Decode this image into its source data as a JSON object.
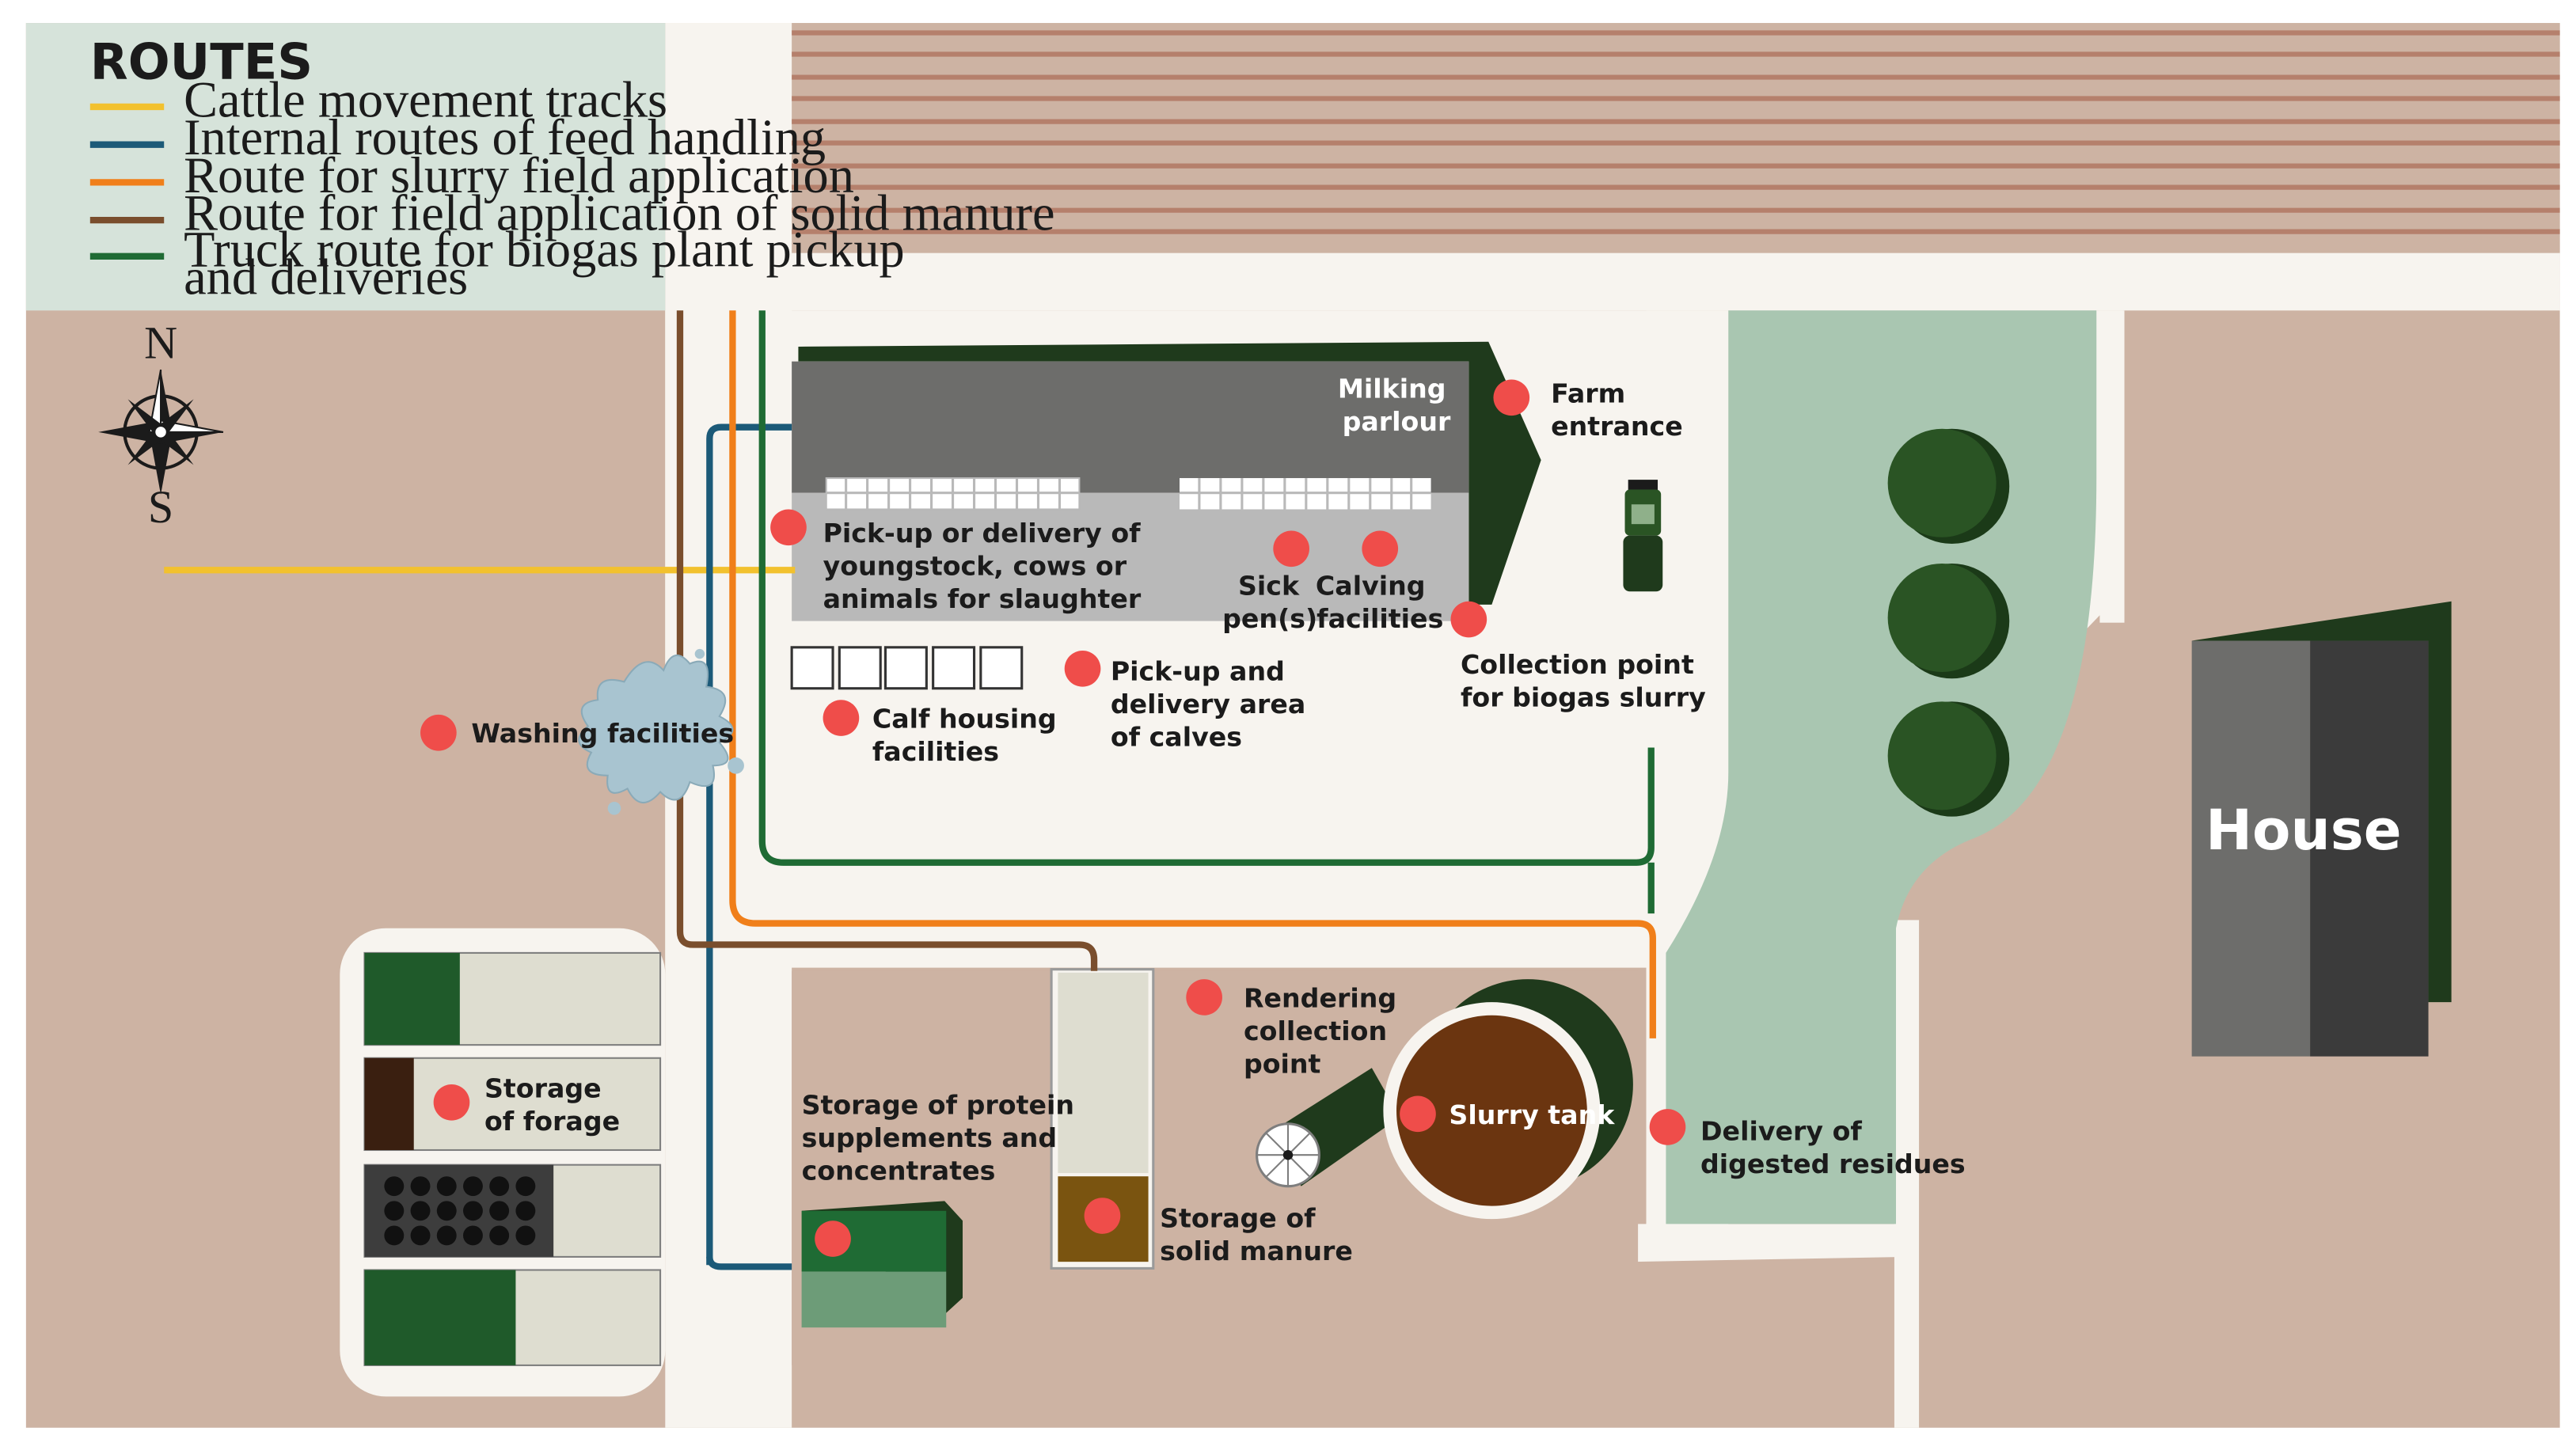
{
  "legend": {
    "title": "ROUTES",
    "items": [
      {
        "label": "Cattle movement tracks",
        "color": "#f2c12e"
      },
      {
        "label": "Internal routes of feed handling",
        "color": "#1c5a78"
      },
      {
        "label": "Route for slurry field application",
        "color": "#f07f1a"
      },
      {
        "label": "Route for field application of solid manure",
        "color": "#7a4e2d"
      },
      {
        "label": "Truck route for biogas plant pickup",
        "label2": "and deliveries",
        "color": "#1f6b34"
      }
    ]
  },
  "compass": {
    "north": "N",
    "south": "S"
  },
  "labels": {
    "milking_parlour": [
      "Milking",
      "parlour"
    ],
    "farm_entrance": [
      "Farm",
      "entrance"
    ],
    "pickup_animals": [
      "Pick-up or delivery of",
      "youngstock, cows or",
      "animals for slaughter"
    ],
    "sick_pens": [
      "Sick",
      "pen(s)"
    ],
    "calving": [
      "Calving",
      "facilities"
    ],
    "biogas_collection": [
      "Collection point",
      "for biogas slurry"
    ],
    "pickup_calves": [
      "Pick-up and",
      "delivery area",
      "of calves"
    ],
    "calf_housing": [
      "Calf housing",
      "facilities"
    ],
    "washing": "Washing facilities",
    "storage_forage": [
      "Storage",
      "of forage"
    ],
    "rendering": [
      "Rendering",
      "collection",
      "point"
    ],
    "slurry_tank": "Slurry tank",
    "digested": [
      "Delivery of",
      "digested residues"
    ],
    "protein_storage": [
      "Storage of protein",
      "supplements and",
      "concentrates"
    ],
    "solid_manure": [
      "Storage of",
      "solid manure"
    ],
    "house": "House"
  },
  "colors": {
    "background_soil": "#cdb3a3",
    "road": "#f7f4ef",
    "legend_bg": "#d6e3da",
    "field_stripe": "#b5806c",
    "grass": "#a9c6b1",
    "barn_roof": "#6d6d6b",
    "barn_floor": "#b9b9b9",
    "marker": "#ef4d4a",
    "dark_green": "#1f3a1c"
  }
}
